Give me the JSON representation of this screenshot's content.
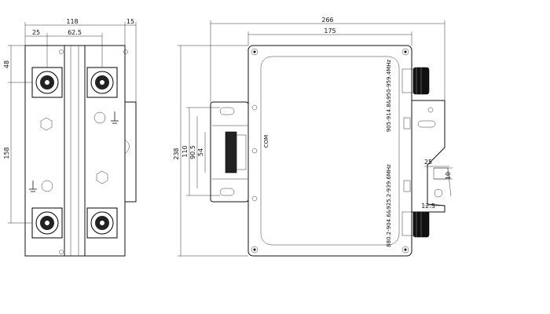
{
  "dimensions": {
    "side_total_width": "118",
    "side_flange": "15",
    "side_offset": "25",
    "side_pitch": "62.5",
    "side_top_offset": "48",
    "side_port_pitch": "158",
    "front_total_width": "266",
    "front_inner_width": "175",
    "front_height": "238",
    "front_mount_outer": "110",
    "front_mount_mid": "90.5",
    "front_mount_inner": "54",
    "front_tab_width": "25",
    "front_tab_thk": "10",
    "front_hole_dia": "12.5"
  },
  "labels": {
    "com": "COM",
    "band_upper": "905-914.8&950-959.4MHz",
    "band_lower": "880.2-904.6&925.2-939.6MHz"
  }
}
